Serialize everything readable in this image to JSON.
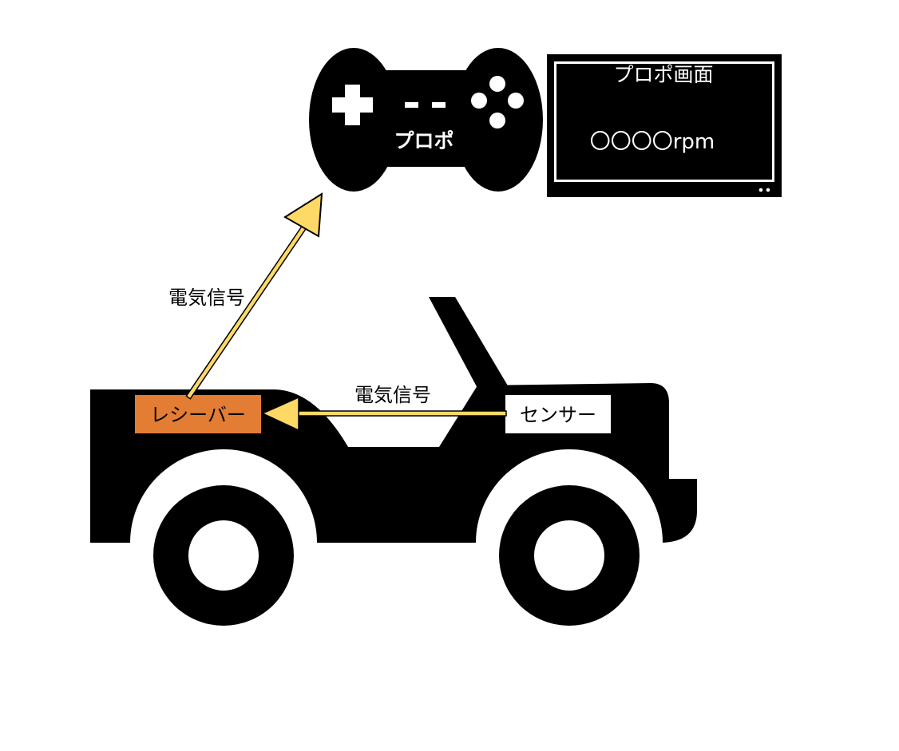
{
  "controller": {
    "label": "プロポ"
  },
  "monitor": {
    "title": "プロポ画面",
    "readout": "〇〇〇〇rpm"
  },
  "receiver": {
    "label": "レシーバー",
    "fill": "#E37D33"
  },
  "sensor": {
    "label": "センサー"
  },
  "arrows": {
    "receiver_to_controller": {
      "label": "電気信号"
    },
    "sensor_to_receiver": {
      "label": "電気信号"
    },
    "fill": "#FFD966",
    "stroke": "#000000"
  },
  "icons": [
    "gamepad-icon",
    "monitor-icon",
    "car-icon"
  ]
}
